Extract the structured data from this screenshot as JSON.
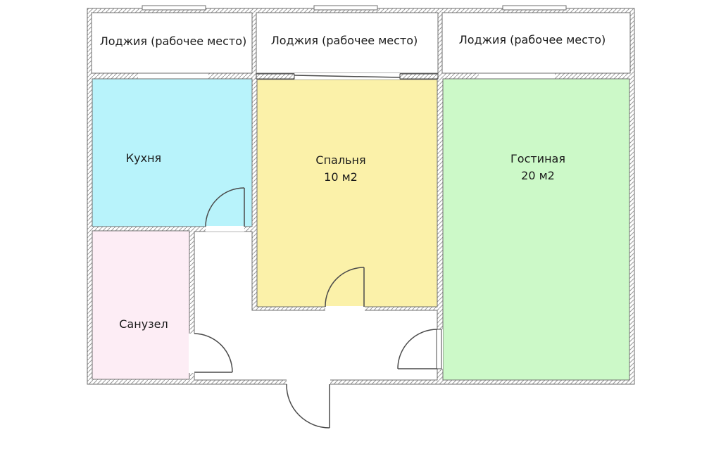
{
  "rooms": {
    "loggia_left": {
      "label": "Лоджия (рабочее место)",
      "color": "#ffffff"
    },
    "loggia_center": {
      "label": "Лоджия (рабочее место)",
      "color": "#ffffff"
    },
    "loggia_right": {
      "label": "Лоджия (рабочее место)",
      "color": "#ffffff"
    },
    "kitchen": {
      "label": "Кухня",
      "color": "#b8f3fb"
    },
    "bedroom": {
      "label": "Спальня",
      "area": "10 м2",
      "color": "#fbf1a9"
    },
    "living": {
      "label": "Гостиная",
      "area": "20 м2",
      "color": "#ccf9c8"
    },
    "bathroom": {
      "label": "Санузел",
      "color": "#fdedf5"
    },
    "hall": {
      "color": "#ffffff"
    }
  },
  "colors": {
    "wall_fill": "#ffffff",
    "wall_stroke": "#6e6e6e",
    "hatch": "#9a9a9a",
    "door": "#4a4a4a"
  }
}
